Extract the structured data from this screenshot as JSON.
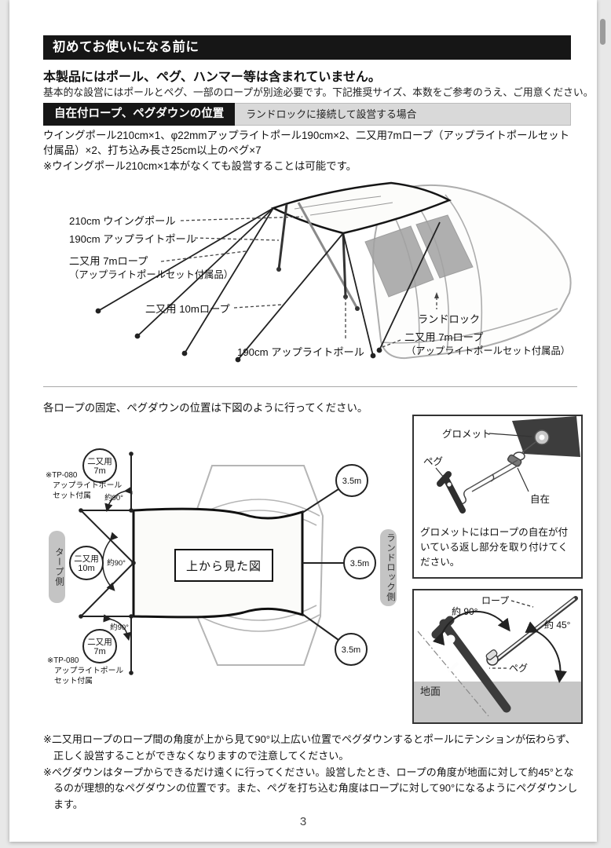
{
  "colors": {
    "header_bg": "#161616",
    "subheader_bg": "#d9d9d9",
    "pill_gray": "#c4c4c4",
    "ground_gray": "#c6c6c6"
  },
  "intro": {
    "header": "初めてお使いになる前に",
    "warning_bold": "本製品にはポール、ペグ、ハンマー等は含まれていません。",
    "warning_detail": "基本的な設営にはポールとペグ、一部のロープが別途必要です。下記推奨サイズ、本数をご参考のうえ、ご用意ください。"
  },
  "section": {
    "header": "自在付ロープ、ペグダウンの位置",
    "subheader": "ランドロックに接続して設営する場合",
    "spec": "ウイングポール210cm×1、φ22mmアップライトポール190cm×2、二又用7mロープ（アップライトポールセット付属品）×2、打ち込み長さ25cm以上のペグ×7",
    "note": "※ウイングポール210cm×1本がなくても設営することは可能です。"
  },
  "tent_diagram": {
    "label_wing_pole": "210cm ウイングポール",
    "label_upright_pole": "190cm アップライトポール",
    "label_rope7_line1": "二又用 7mロープ",
    "label_rope7_line2": "（アップライトポールセット付属品）",
    "label_rope10": "二又用 10mロープ",
    "label_landlock": "ランドロック",
    "label_rope7_right_line1": "二又用 7mロープ",
    "label_rope7_right_line2": "（アップライトポールセット付属品）",
    "label_upright_pole_bottom": "190cm アップライトポール"
  },
  "topview": {
    "caption": "各ロープの固定、ペグダウンの位置は下図のように行ってください。",
    "circle_7m_line1": "二又用",
    "circle_7m_line2": "7m",
    "circle_10m_line1": "二又用",
    "circle_10m_line2": "10m",
    "tp080_line1": "※TP-080",
    "tp080_line2": "アップライトポール",
    "tp080_line3": "セット付属",
    "angle_90": "約90°",
    "tarp_side": "タープ側",
    "landlock_side": "ランドロック側",
    "center_box": "上から見た図",
    "dist_35": "3.5m"
  },
  "grommet_box": {
    "label_grommet": "グロメット",
    "label_peg": "ペグ",
    "label_jizai": "自在",
    "caption": "グロメットにはロープの自在が付いている返し部分を取り付けてください。"
  },
  "angle_box": {
    "label_rope": "ロープ",
    "angle_90": "約 90°",
    "angle_45": "約 45°",
    "label_peg": "ペグ",
    "label_ground": "地面"
  },
  "notes": {
    "note1": "※二又用ロープのロープ間の角度が上から見て90°以上広い位置でペグダウンするとポールにテンションが伝わらず、正しく設営することができなくなりますので注意してください。",
    "note2": "※ペグダウンはタープからできるだけ遠くに行ってください。設営したとき、ロープの角度が地面に対して約45°となるのが理想的なペグダウンの位置です。また、ペグを打ち込む角度はロープに対して90°になるようにペグダウンします。"
  },
  "page": {
    "number": "3"
  }
}
